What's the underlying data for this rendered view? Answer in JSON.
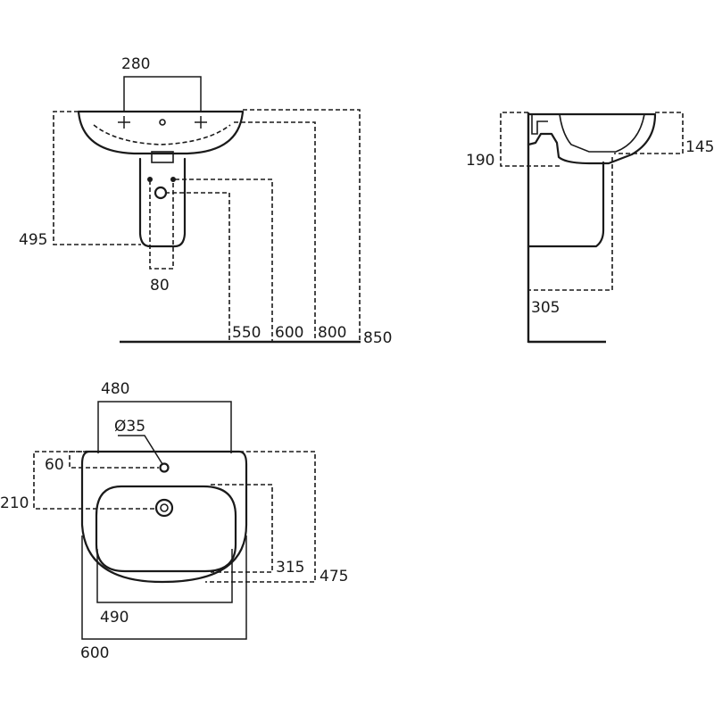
{
  "front_view": {
    "dim_tap_spacing": "280",
    "dim_waste_spacing": "80",
    "dim_waste_height": "495",
    "dim_heights": [
      "550",
      "600",
      "800",
      "850"
    ]
  },
  "side_view": {
    "dim_bowl_depth": "190",
    "dim_rim_depth": "145",
    "dim_projection": "305"
  },
  "plan_view": {
    "dim_tap_hole": "Ø35",
    "dim_hole_offset": "60",
    "dim_waste_offset": "210",
    "dim_bowl_width_top": "480",
    "dim_bowl_depth": "315",
    "dim_overall_depth": "475",
    "dim_bowl_width": "490",
    "dim_overall_width": "600"
  }
}
